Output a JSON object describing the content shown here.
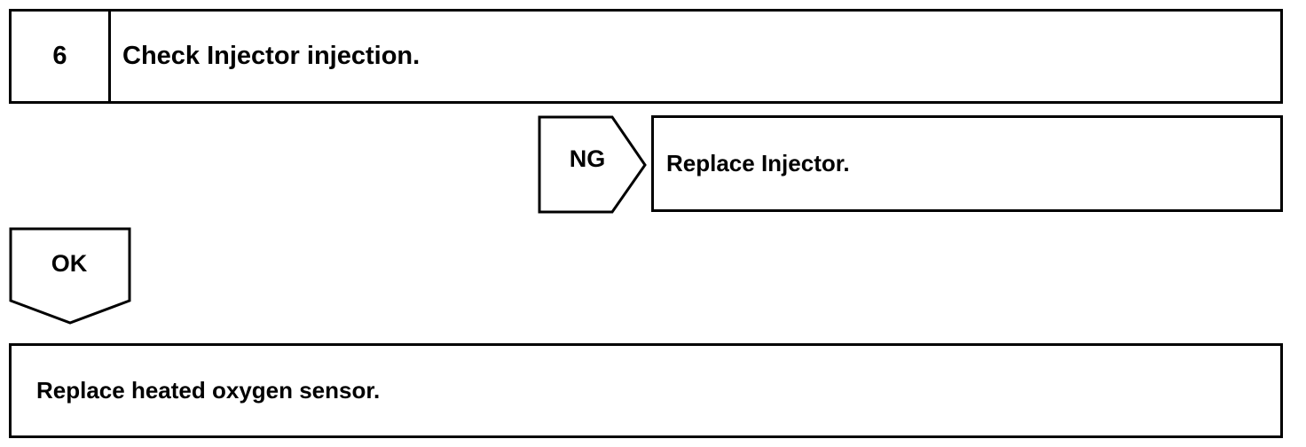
{
  "step": {
    "number": "6",
    "title": "Check Injector injection."
  },
  "ng_branch": {
    "label": "NG",
    "action": "Replace Injector."
  },
  "ok_branch": {
    "label": "OK"
  },
  "final_action": {
    "text": "Replace heated oxygen sensor."
  }
}
